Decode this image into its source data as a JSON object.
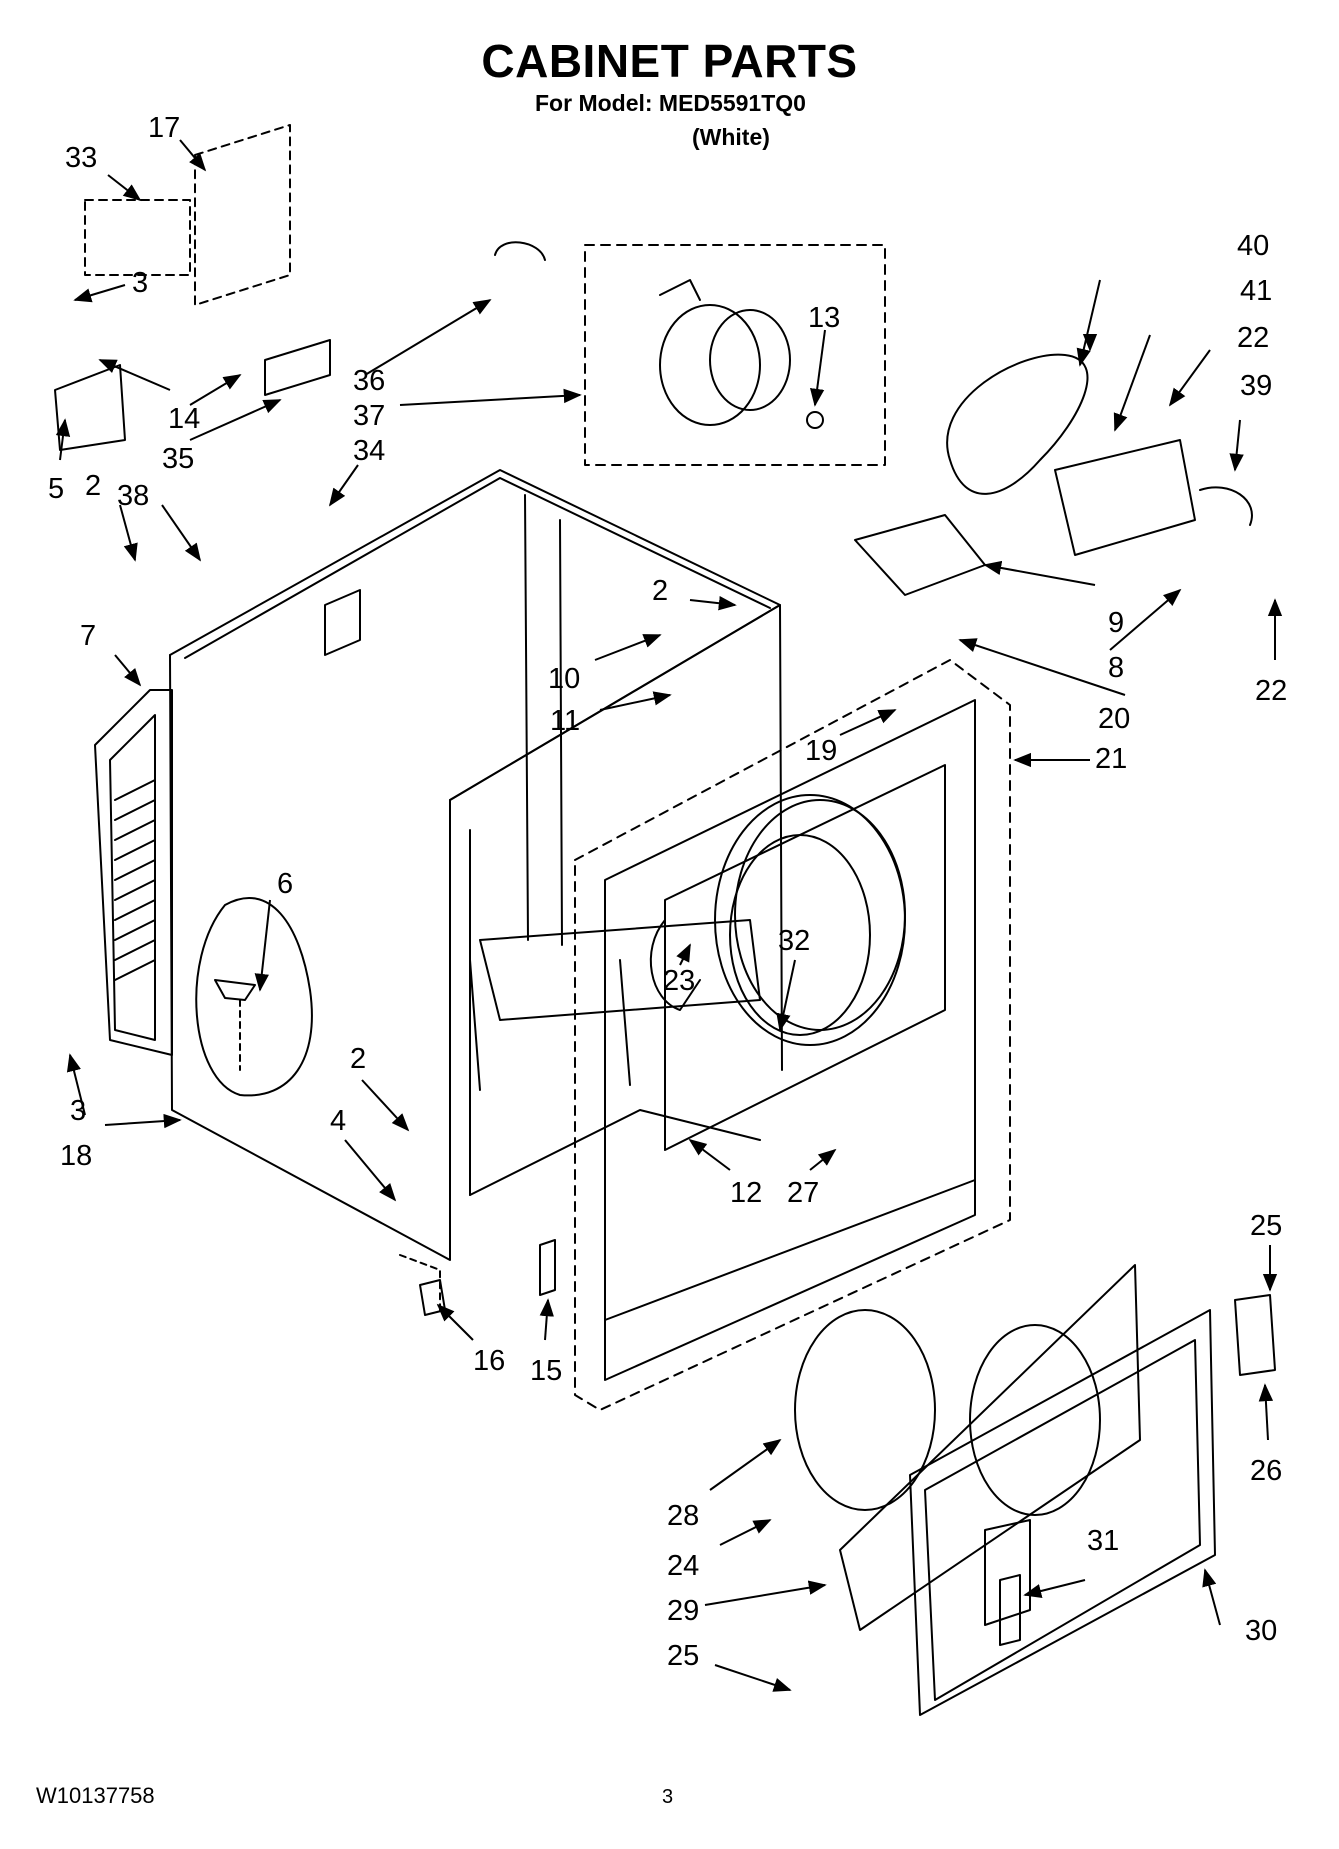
{
  "header": {
    "title": "CABINET PARTS",
    "model_line": "For Model: MED5591TQ0",
    "color_line": "(White)"
  },
  "footer": {
    "doc_number": "W10137758",
    "page_number": "3"
  },
  "callouts": [
    {
      "id": "c17",
      "label": "17"
    },
    {
      "id": "c33",
      "label": "33"
    },
    {
      "id": "c3a",
      "label": "3"
    },
    {
      "id": "c14",
      "label": "14"
    },
    {
      "id": "c35",
      "label": "35"
    },
    {
      "id": "c5",
      "label": "5"
    },
    {
      "id": "c2a",
      "label": "2"
    },
    {
      "id": "c38",
      "label": "38"
    },
    {
      "id": "c36",
      "label": "36"
    },
    {
      "id": "c37",
      "label": "37"
    },
    {
      "id": "c34",
      "label": "34"
    },
    {
      "id": "c13",
      "label": "13"
    },
    {
      "id": "c40",
      "label": "40"
    },
    {
      "id": "c41",
      "label": "41"
    },
    {
      "id": "c22a",
      "label": "22"
    },
    {
      "id": "c39",
      "label": "39"
    },
    {
      "id": "c9",
      "label": "9"
    },
    {
      "id": "c8",
      "label": "8"
    },
    {
      "id": "c22b",
      "label": "22"
    },
    {
      "id": "c20",
      "label": "20"
    },
    {
      "id": "c21",
      "label": "21"
    },
    {
      "id": "c2b",
      "label": "2"
    },
    {
      "id": "c10",
      "label": "10"
    },
    {
      "id": "c11",
      "label": "11"
    },
    {
      "id": "c19",
      "label": "19"
    },
    {
      "id": "c7",
      "label": "7"
    },
    {
      "id": "c6",
      "label": "6"
    },
    {
      "id": "c32",
      "label": "32"
    },
    {
      "id": "c23",
      "label": "23"
    },
    {
      "id": "c3b",
      "label": "3"
    },
    {
      "id": "c18",
      "label": "18"
    },
    {
      "id": "c2c",
      "label": "2"
    },
    {
      "id": "c4",
      "label": "4"
    },
    {
      "id": "c12",
      "label": "12"
    },
    {
      "id": "c27",
      "label": "27"
    },
    {
      "id": "c25a",
      "label": "25"
    },
    {
      "id": "c16",
      "label": "16"
    },
    {
      "id": "c15",
      "label": "15"
    },
    {
      "id": "c26",
      "label": "26"
    },
    {
      "id": "c28",
      "label": "28"
    },
    {
      "id": "c24",
      "label": "24"
    },
    {
      "id": "c31",
      "label": "31"
    },
    {
      "id": "c29",
      "label": "29"
    },
    {
      "id": "c30",
      "label": "30"
    },
    {
      "id": "c25b",
      "label": "25"
    }
  ]
}
